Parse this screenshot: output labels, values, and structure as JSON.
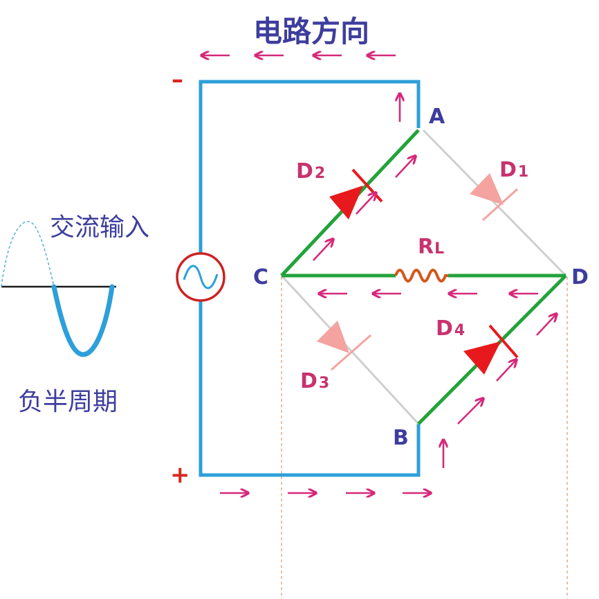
{
  "title": "电路方向",
  "source_label": "交流输入",
  "half_cycle_label": "负半周期",
  "polarity": {
    "top": "–",
    "bottom": "+"
  },
  "nodes": {
    "A": "A",
    "B": "B",
    "C": "C",
    "D": "D"
  },
  "components": {
    "D1": {
      "main": "D",
      "sub": "1"
    },
    "D2": {
      "main": "D",
      "sub": "2"
    },
    "D3": {
      "main": "D",
      "sub": "3"
    },
    "D4": {
      "main": "D",
      "sub": "4"
    },
    "RL": {
      "main": "R",
      "sub": "L"
    }
  },
  "colors": {
    "source_wire": "#2d9fd9",
    "conducting_path": "#22a33a",
    "inactive_wire": "#cfcfcf",
    "diode_active": "#e8191c",
    "diode_inactive": "#f4a3a0",
    "arrow": "#d6287a",
    "resistor": "#d4571a",
    "text": "#3d3d9e",
    "source_circle": "#cc2222"
  }
}
